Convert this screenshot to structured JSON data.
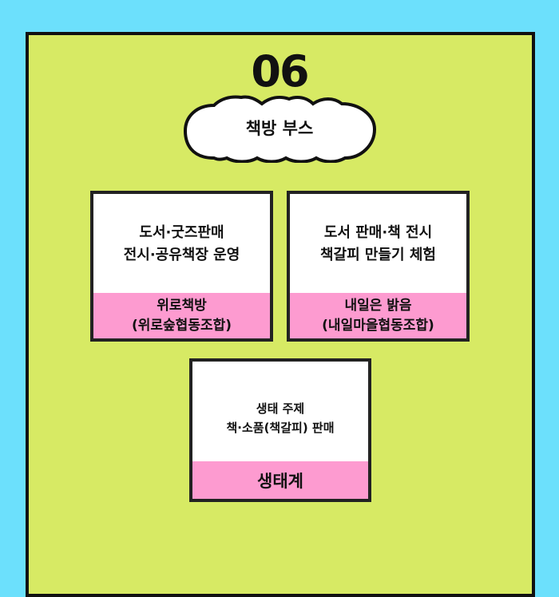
{
  "header": {
    "number": "06",
    "title": "책방 부스"
  },
  "cards": [
    {
      "desc_line1": "도서·굿즈판매",
      "desc_line2": "전시·공유책장 운영",
      "org_line1": "위로책방",
      "org_line2": "(위로숲협동조합)"
    },
    {
      "desc_line1": "도서 판매·책 전시",
      "desc_line2": "책갈피 만들기 체험",
      "org_line1": "내일은 밝음",
      "org_line2": "(내일마을협동조합)"
    },
    {
      "desc_line1": "생태 주제",
      "desc_line2": "책·소품(책갈피) 판매",
      "org_line1": "생태계"
    }
  ],
  "colors": {
    "background": "#6ce0fc",
    "panel": "#d7ea64",
    "org_band": "#fd9bd0",
    "border": "#111111"
  }
}
